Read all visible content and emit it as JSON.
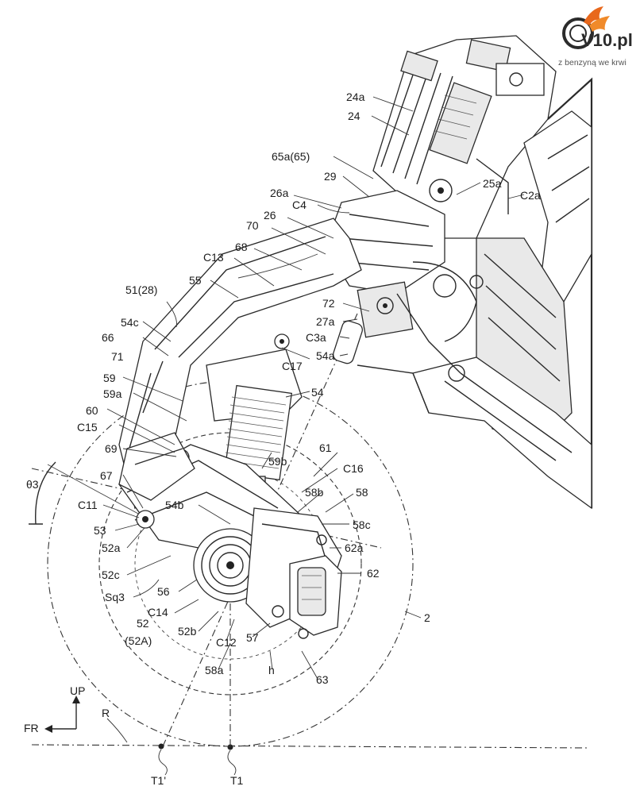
{
  "watermark": {
    "brand": "V10.pl",
    "tagline": "z benzyną we krwi"
  },
  "labels": [
    {
      "id": "l-24a",
      "text": "24a"
    },
    {
      "id": "l-24",
      "text": "24"
    },
    {
      "id": "l-65a",
      "text": "65a(65)"
    },
    {
      "id": "l-29",
      "text": "29"
    },
    {
      "id": "l-25a",
      "text": "25a"
    },
    {
      "id": "l-C2a",
      "text": "C2a"
    },
    {
      "id": "l-26a",
      "text": "26a"
    },
    {
      "id": "l-C4",
      "text": "C4"
    },
    {
      "id": "l-26",
      "text": "26"
    },
    {
      "id": "l-70",
      "text": "70"
    },
    {
      "id": "l-C13",
      "text": "C13"
    },
    {
      "id": "l-68",
      "text": "68"
    },
    {
      "id": "l-51",
      "text": "51(28)"
    },
    {
      "id": "l-55",
      "text": "55"
    },
    {
      "id": "l-72",
      "text": "72"
    },
    {
      "id": "l-27a",
      "text": "27a"
    },
    {
      "id": "l-C3a",
      "text": "C3a"
    },
    {
      "id": "l-54a",
      "text": "54a"
    },
    {
      "id": "l-54c",
      "text": "54c"
    },
    {
      "id": "l-66",
      "text": "66"
    },
    {
      "id": "l-71",
      "text": "71"
    },
    {
      "id": "l-C17",
      "text": "C17"
    },
    {
      "id": "l-59",
      "text": "59"
    },
    {
      "id": "l-54",
      "text": "54"
    },
    {
      "id": "l-59a",
      "text": "59a"
    },
    {
      "id": "l-60",
      "text": "60"
    },
    {
      "id": "l-C15",
      "text": "C15"
    },
    {
      "id": "l-69",
      "text": "69"
    },
    {
      "id": "l-59b",
      "text": "59b"
    },
    {
      "id": "l-61",
      "text": "61"
    },
    {
      "id": "l-C16",
      "text": "C16"
    },
    {
      "id": "l-theta3",
      "text": "θ3"
    },
    {
      "id": "l-67",
      "text": "67"
    },
    {
      "id": "l-58b",
      "text": "58b"
    },
    {
      "id": "l-58",
      "text": "58"
    },
    {
      "id": "l-C11",
      "text": "C11"
    },
    {
      "id": "l-54b",
      "text": "54b"
    },
    {
      "id": "l-58c",
      "text": "58c"
    },
    {
      "id": "l-53",
      "text": "53"
    },
    {
      "id": "l-52a",
      "text": "52a"
    },
    {
      "id": "l-62a",
      "text": "62a"
    },
    {
      "id": "l-52c",
      "text": "52c"
    },
    {
      "id": "l-62",
      "text": "62"
    },
    {
      "id": "l-Sq3",
      "text": "Sq3"
    },
    {
      "id": "l-56",
      "text": "56"
    },
    {
      "id": "l-C14",
      "text": "C14"
    },
    {
      "id": "l-52",
      "text": "52"
    },
    {
      "id": "l-52A",
      "text": "(52A)"
    },
    {
      "id": "l-52b",
      "text": "52b"
    },
    {
      "id": "l-C12",
      "text": "C12"
    },
    {
      "id": "l-57",
      "text": "57"
    },
    {
      "id": "l-2",
      "text": "2"
    },
    {
      "id": "l-58a",
      "text": "58a"
    },
    {
      "id": "l-h",
      "text": "h"
    },
    {
      "id": "l-63",
      "text": "63"
    },
    {
      "id": "l-UP",
      "text": "UP"
    },
    {
      "id": "l-FR",
      "text": "FR"
    },
    {
      "id": "l-R",
      "text": "R"
    },
    {
      "id": "l-T1p",
      "text": "T1'"
    },
    {
      "id": "l-T1",
      "text": "T1"
    }
  ]
}
